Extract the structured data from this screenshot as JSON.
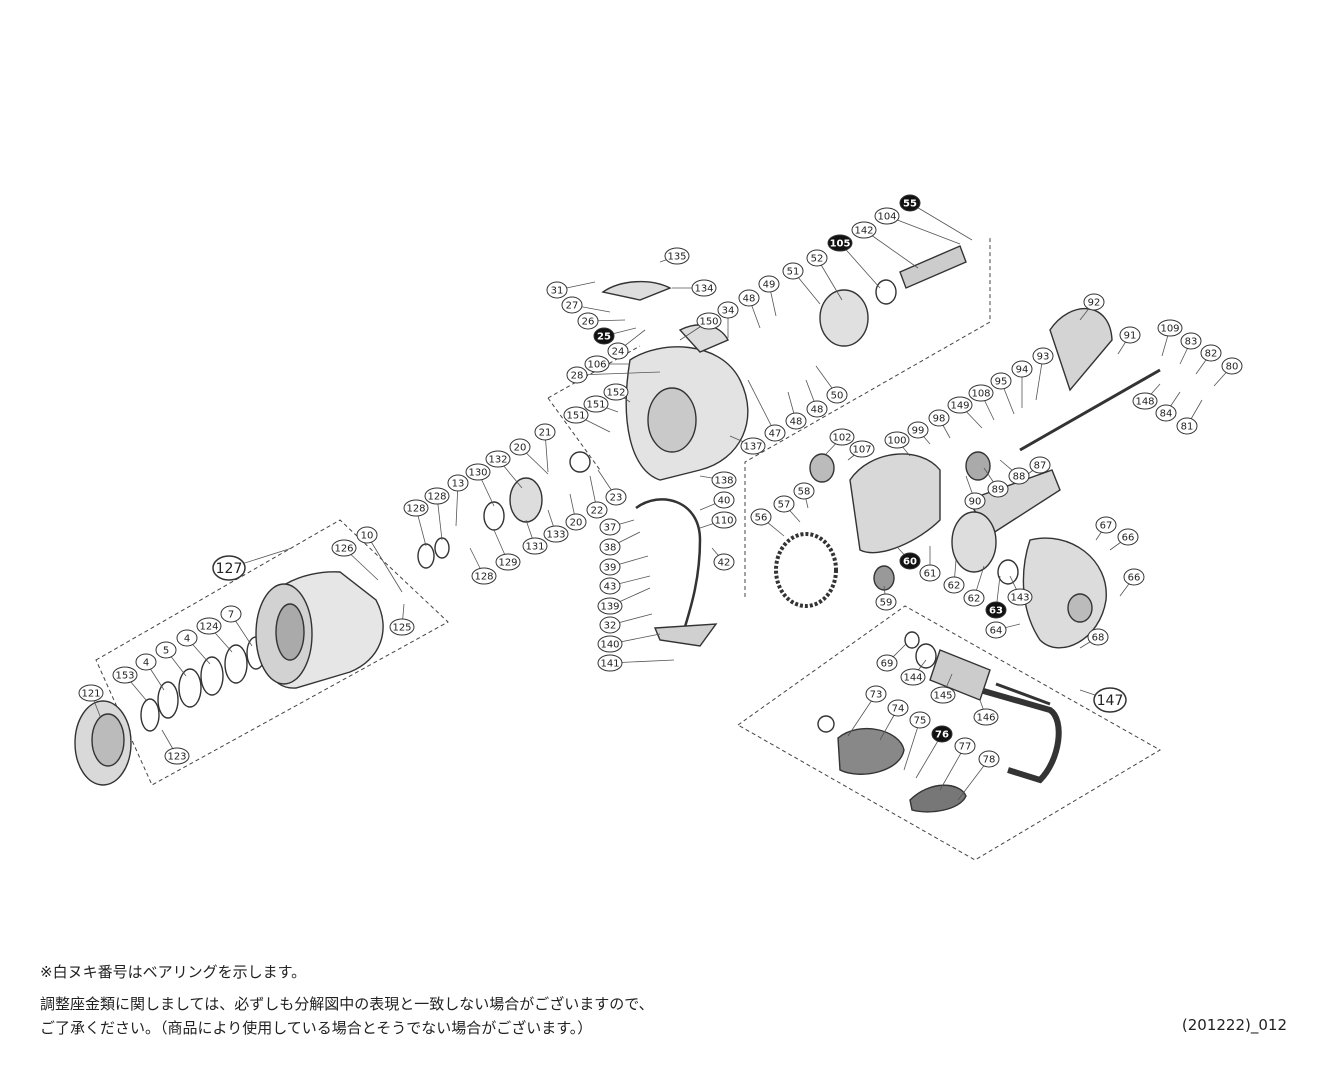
{
  "parts": [
    {
      "id": "135",
      "filled": false
    },
    {
      "id": "31",
      "filled": false
    },
    {
      "id": "134",
      "filled": false
    },
    {
      "id": "27",
      "filled": false
    },
    {
      "id": "26",
      "filled": false
    },
    {
      "id": "25",
      "filled": true
    },
    {
      "id": "24",
      "filled": false
    },
    {
      "id": "106",
      "filled": false
    },
    {
      "id": "28",
      "filled": false
    },
    {
      "id": "150",
      "filled": false
    },
    {
      "id": "34",
      "filled": false
    },
    {
      "id": "48",
      "filled": false
    },
    {
      "id": "49",
      "filled": false
    },
    {
      "id": "51",
      "filled": false
    },
    {
      "id": "52",
      "filled": false
    },
    {
      "id": "105",
      "filled": true
    },
    {
      "id": "142",
      "filled": false
    },
    {
      "id": "104",
      "filled": false
    },
    {
      "id": "55",
      "filled": true
    },
    {
      "id": "152",
      "filled": false
    },
    {
      "id": "151",
      "filled": false
    },
    {
      "id": "151b",
      "label": "151",
      "filled": false
    },
    {
      "id": "21",
      "filled": false
    },
    {
      "id": "20",
      "filled": false
    },
    {
      "id": "132",
      "filled": false
    },
    {
      "id": "130",
      "filled": false
    },
    {
      "id": "13",
      "filled": false
    },
    {
      "id": "128",
      "filled": false
    },
    {
      "id": "128b",
      "label": "128",
      "filled": false
    },
    {
      "id": "137",
      "filled": false
    },
    {
      "id": "47",
      "filled": false
    },
    {
      "id": "48b",
      "label": "48",
      "filled": false
    },
    {
      "id": "48c",
      "label": "48",
      "filled": false
    },
    {
      "id": "50",
      "filled": false
    },
    {
      "id": "92",
      "filled": false
    },
    {
      "id": "91",
      "filled": false
    },
    {
      "id": "109",
      "filled": false
    },
    {
      "id": "83",
      "filled": false
    },
    {
      "id": "82",
      "filled": false
    },
    {
      "id": "80",
      "filled": false
    },
    {
      "id": "148",
      "filled": false
    },
    {
      "id": "84",
      "filled": false
    },
    {
      "id": "81",
      "filled": false
    },
    {
      "id": "93",
      "filled": false
    },
    {
      "id": "94",
      "filled": false
    },
    {
      "id": "95",
      "filled": false
    },
    {
      "id": "108",
      "filled": false
    },
    {
      "id": "149",
      "filled": false
    },
    {
      "id": "98",
      "filled": false
    },
    {
      "id": "99",
      "filled": false
    },
    {
      "id": "100",
      "filled": false
    },
    {
      "id": "102",
      "filled": false
    },
    {
      "id": "107",
      "filled": false
    },
    {
      "id": "90",
      "filled": false
    },
    {
      "id": "89",
      "filled": false
    },
    {
      "id": "88",
      "filled": false
    },
    {
      "id": "87",
      "filled": false
    },
    {
      "id": "138",
      "filled": false
    },
    {
      "id": "40",
      "filled": false
    },
    {
      "id": "110",
      "filled": false
    },
    {
      "id": "42",
      "filled": false
    },
    {
      "id": "23",
      "filled": false
    },
    {
      "id": "22",
      "filled": false
    },
    {
      "id": "20b",
      "label": "20",
      "filled": false
    },
    {
      "id": "133",
      "filled": false
    },
    {
      "id": "131",
      "filled": false
    },
    {
      "id": "129",
      "filled": false
    },
    {
      "id": "128c",
      "label": "128",
      "filled": false
    },
    {
      "id": "37",
      "filled": false
    },
    {
      "id": "38",
      "filled": false
    },
    {
      "id": "39",
      "filled": false
    },
    {
      "id": "43",
      "filled": false
    },
    {
      "id": "139",
      "filled": false
    },
    {
      "id": "32",
      "filled": false
    },
    {
      "id": "140",
      "filled": false
    },
    {
      "id": "141",
      "filled": false
    },
    {
      "id": "57",
      "filled": false
    },
    {
      "id": "58",
      "filled": false
    },
    {
      "id": "56",
      "filled": false
    },
    {
      "id": "60",
      "filled": true
    },
    {
      "id": "61",
      "filled": false
    },
    {
      "id": "62",
      "filled": false
    },
    {
      "id": "62b",
      "label": "62",
      "filled": false
    },
    {
      "id": "63",
      "filled": true
    },
    {
      "id": "64",
      "filled": false
    },
    {
      "id": "143",
      "filled": false
    },
    {
      "id": "59",
      "filled": false
    },
    {
      "id": "67",
      "filled": false
    },
    {
      "id": "66",
      "filled": false
    },
    {
      "id": "66b",
      "label": "66",
      "filled": false
    },
    {
      "id": "68",
      "filled": false
    },
    {
      "id": "127",
      "filled": false,
      "large": true
    },
    {
      "id": "126",
      "filled": false
    },
    {
      "id": "10",
      "filled": false
    },
    {
      "id": "125",
      "filled": false
    },
    {
      "id": "124",
      "filled": false
    },
    {
      "id": "7",
      "filled": false
    },
    {
      "id": "4",
      "filled": false
    },
    {
      "id": "5",
      "filled": false
    },
    {
      "id": "4b",
      "label": "4",
      "filled": false
    },
    {
      "id": "153",
      "filled": false
    },
    {
      "id": "121",
      "filled": false
    },
    {
      "id": "123",
      "filled": false
    },
    {
      "id": "69",
      "filled": false
    },
    {
      "id": "144",
      "filled": false
    },
    {
      "id": "145",
      "filled": false
    },
    {
      "id": "146",
      "filled": false
    },
    {
      "id": "147",
      "filled": false,
      "large": true
    },
    {
      "id": "73",
      "filled": false
    },
    {
      "id": "74",
      "filled": false
    },
    {
      "id": "75",
      "filled": false
    },
    {
      "id": "76",
      "filled": true
    },
    {
      "id": "77",
      "filled": false
    },
    {
      "id": "78",
      "filled": false
    }
  ],
  "notes": {
    "line1": "※白ヌキ番号はベアリングを示します。",
    "line2": "調整座金類に関しましては、必ずしも分解図中の表現と一致しない場合がございますので、",
    "line3": "ご了承ください。（商品により使用している場合とそうでない場合がございます。）",
    "reference": "(201222)_012"
  }
}
